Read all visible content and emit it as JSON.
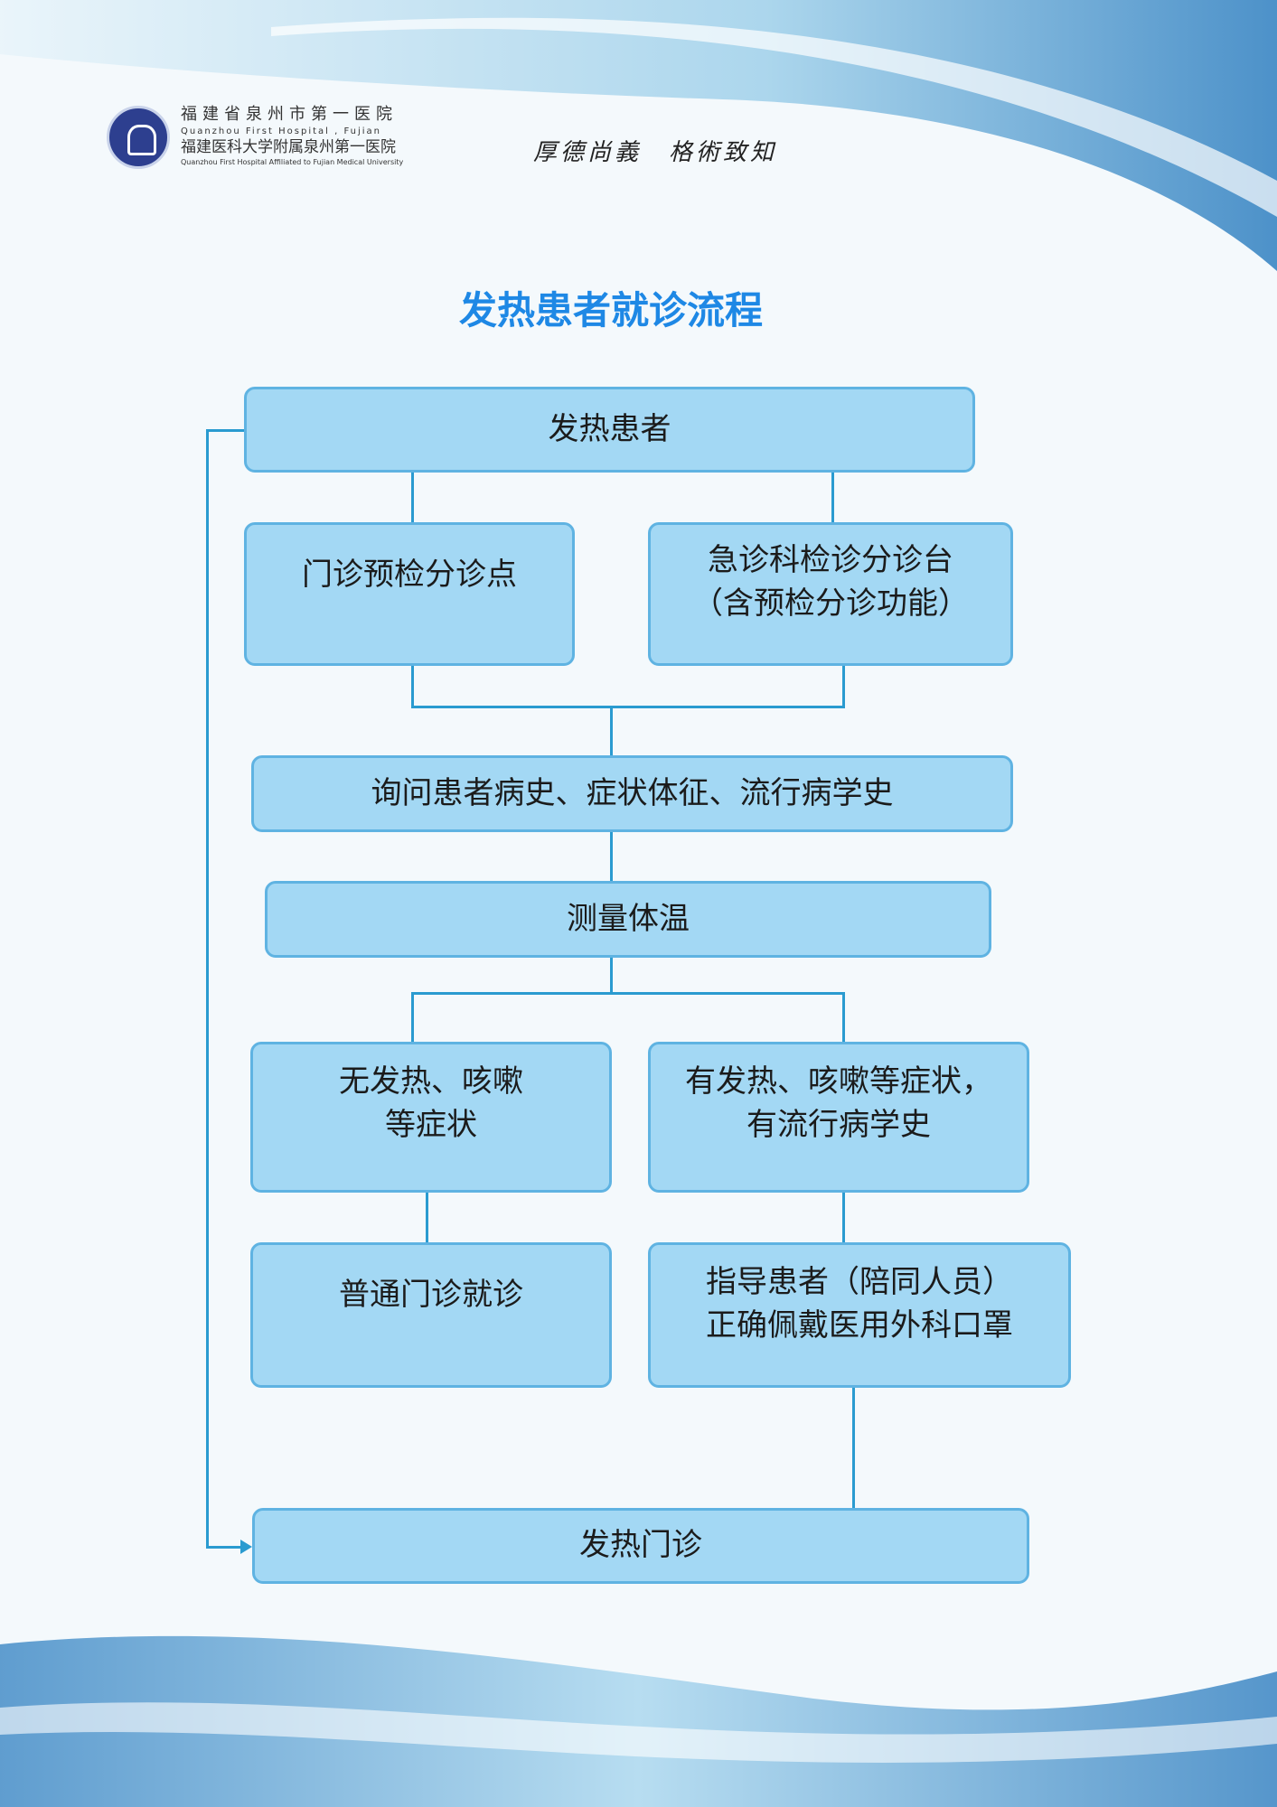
{
  "header": {
    "hospital_cn": "福建省泉州市第一医院",
    "hospital_en": "Quanzhou First Hospital , Fujian",
    "affiliated_cn": "福建医科大学附属泉州第一医院",
    "affiliated_en": "Quanzhou First Hospital Affiliated to Fujian Medical University",
    "motto": "厚德尚義　格術致知"
  },
  "title": "发热患者就诊流程",
  "flow": {
    "fever_patient": "发热患者",
    "outpatient_triage": "门诊预检分诊点",
    "emergency_triage_1": "急诊科检诊分诊台",
    "emergency_triage_2": "（含预检分诊功能）",
    "inquiry": "询问患者病史、症状体征、流行病学史",
    "measure_temp": "测量体温",
    "no_fever_1": "无发热、咳嗽",
    "no_fever_2": "等症状",
    "has_fever_1": "有发热、咳嗽等症状，",
    "has_fever_2": "有流行病学史",
    "normal_clinic": "普通门诊就诊",
    "guide_1": "指导患者（陪同人员）",
    "guide_2": "正确佩戴医用外科口罩",
    "fever_clinic": "发热门诊"
  }
}
